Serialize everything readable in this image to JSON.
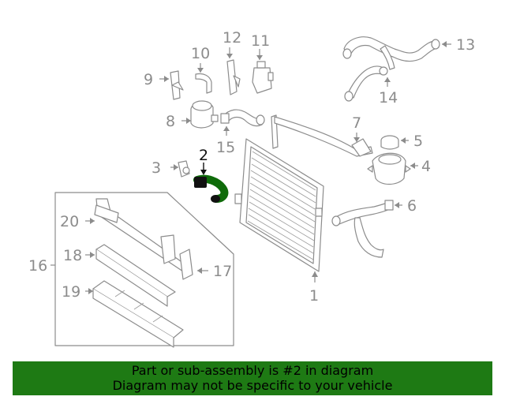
{
  "diagram": {
    "highlight_color": "#0f6b0a",
    "callouts": {
      "c1": "1",
      "c2": "2",
      "c3": "3",
      "c4": "4",
      "c5": "5",
      "c6": "6",
      "c7": "7",
      "c8": "8",
      "c9": "9",
      "c10": "10",
      "c11": "11",
      "c12": "12",
      "c13": "13",
      "c14": "14",
      "c15": "15",
      "c16": "16",
      "c17": "17",
      "c18": "18",
      "c19": "19",
      "c20": "20"
    },
    "highlighted_part": "2"
  },
  "banner": {
    "line1": "Part or sub-assembly is #2 in diagram",
    "line2": "Diagram may not be specific to your vehicle",
    "background": "#1e7a14"
  }
}
